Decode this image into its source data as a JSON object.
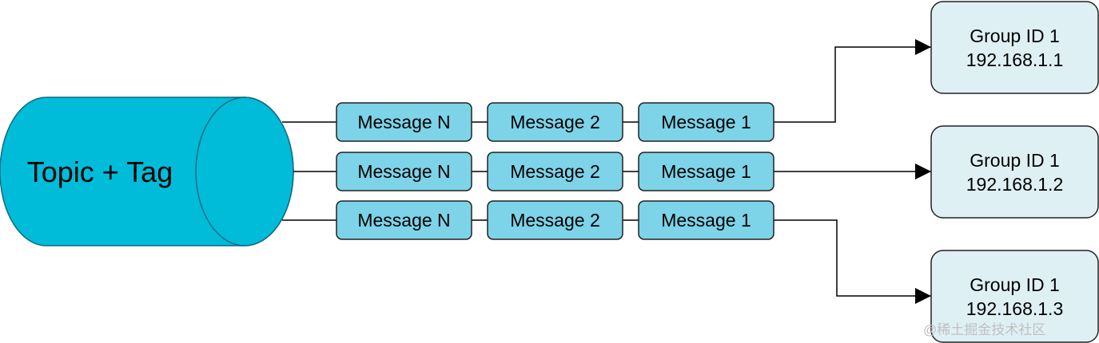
{
  "topic": {
    "label": "Topic + Tag",
    "fill": "#00BCD9",
    "stroke": "#0E6A82"
  },
  "queues": [
    {
      "messages": [
        "Message N",
        "Message 2",
        "Message 1"
      ]
    },
    {
      "messages": [
        "Message N",
        "Message 2",
        "Message 1"
      ]
    },
    {
      "messages": [
        "Message N",
        "Message 2",
        "Message 1"
      ]
    }
  ],
  "message_style": {
    "fill": "#7DD3E8",
    "stroke": "#222222"
  },
  "consumers": [
    {
      "group": "Group ID 1",
      "ip": "192.168.1.1"
    },
    {
      "group": "Group ID 1",
      "ip": "192.168.1.2"
    },
    {
      "group": "Group ID 1",
      "ip": "192.168.1.3"
    }
  ],
  "consumer_style": {
    "fill": "#DFF0F5",
    "stroke": "#222222"
  },
  "watermark": "@稀土掘金技术社区"
}
